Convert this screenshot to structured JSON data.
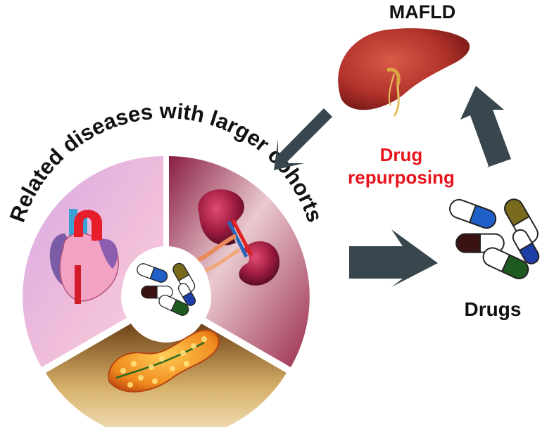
{
  "labels": {
    "mafld": "MAFLD",
    "repurposing_line1": "Drug",
    "repurposing_line2": "repurposing",
    "drugs": "Drugs",
    "related_diseases": "Related diseases with larger cohorts"
  },
  "icons": [
    "liver-icon",
    "heart-icon",
    "kidney-icon",
    "pancreas-icon",
    "pills-icon",
    "arrow-icon"
  ],
  "colors": {
    "arrow": "#37474d",
    "highlight_text": "#e8141c",
    "heart_segment": "#e8a6d6",
    "kidney_segment": "#9b2a4a",
    "pancreas_segment": "#8a5a28"
  }
}
